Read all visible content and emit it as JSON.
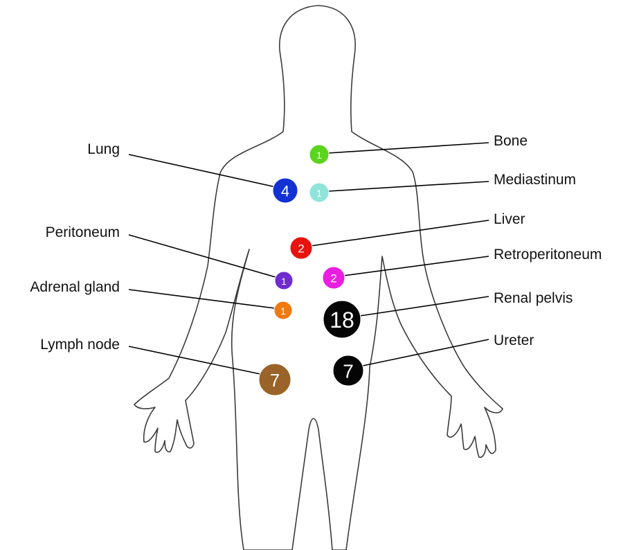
{
  "sites": [
    {
      "id": "bone",
      "label": "Bone",
      "count": "1",
      "color": "#5ad41e"
    },
    {
      "id": "lung",
      "label": "Lung",
      "count": "4",
      "color": "#1232d4"
    },
    {
      "id": "mediastinum",
      "label": "Mediastinum",
      "count": "1",
      "color": "#8fe3d8"
    },
    {
      "id": "liver",
      "label": "Liver",
      "count": "2",
      "color": "#e8120f"
    },
    {
      "id": "peritoneum",
      "label": "Peritoneum",
      "count": "1",
      "color": "#6f2bd0"
    },
    {
      "id": "retroperitoneum",
      "label": "Retroperitoneum",
      "count": "2",
      "color": "#ea1ee0"
    },
    {
      "id": "adrenal-gland",
      "label": "Adrenal gland",
      "count": "1",
      "color": "#f07a12"
    },
    {
      "id": "renal-pelvis",
      "label": "Renal pelvis",
      "count": "18",
      "color": "#050505"
    },
    {
      "id": "lymph-node",
      "label": "Lymph node",
      "count": "7",
      "color": "#9a6327"
    },
    {
      "id": "ureter",
      "label": "Ureter",
      "count": "7",
      "color": "#050505"
    }
  ]
}
